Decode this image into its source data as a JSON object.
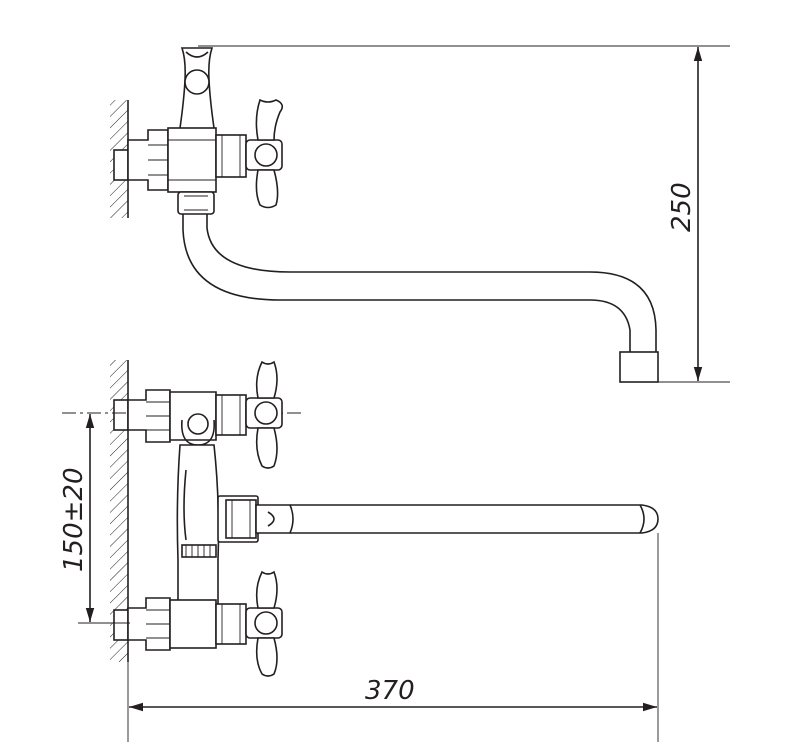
{
  "dimensions": {
    "height_label": "250",
    "centers_label": "150±20",
    "length_label": "370"
  },
  "colors": {
    "line": "#231f20",
    "background": "#ffffff"
  }
}
